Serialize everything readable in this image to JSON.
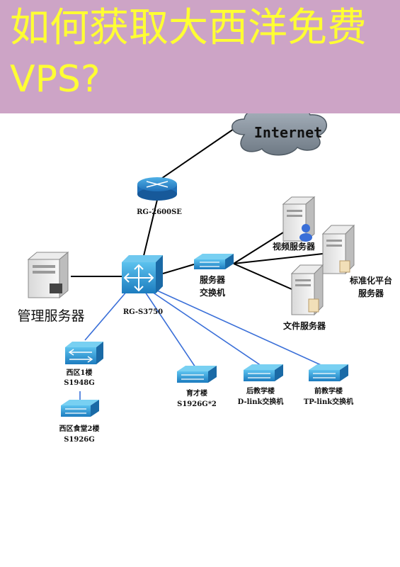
{
  "banner": {
    "title_line1": "如何获取大西洋免费",
    "title_line2": "VPS?",
    "bg_color": "#cda4c6",
    "text_color": "#ffff33"
  },
  "diagram": {
    "internet": "Internet",
    "router": "RG-2600SE",
    "core_switch": "RG-S3750",
    "mgmt_server": "管理服务器",
    "server_switch_l1": "服务器",
    "server_switch_l2": "交换机",
    "video_server": "视频服务器",
    "std_platform_l1": "标准化平台",
    "std_platform_l2": "服务器",
    "file_server": "文件服务器",
    "west1_name": "西区1楼",
    "west1_model": "S1948G",
    "canteen_name": "西区食堂2楼",
    "canteen_model": "S1926G",
    "yucai_name": "育才楼",
    "yucai_model": "S1926G*2",
    "rear_name": "后教学楼",
    "rear_model": "D-link交换机",
    "front_name": "前教学楼",
    "front_model": "TP-link交换机",
    "link_color_black": "#000000",
    "link_color_blue": "#3a6fd8"
  }
}
